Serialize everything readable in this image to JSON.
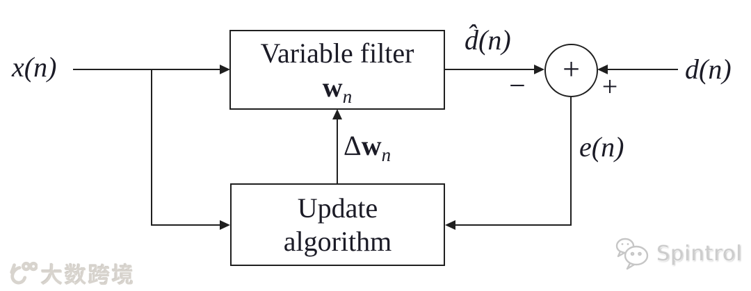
{
  "labels": {
    "input": "x(n)",
    "estimate": "d̂(n)",
    "desired": "d(n)",
    "error": "e(n)",
    "weight_update_delta": "Δ",
    "weight_update_base": "w",
    "weight_update_sub": "n"
  },
  "blocks": {
    "variable_filter": {
      "title": "Variable filter",
      "symbol_base": "w",
      "symbol_sub": "n"
    },
    "update_algorithm": {
      "line1": "Update",
      "line2": "algorithm"
    }
  },
  "summer": {
    "plus_center": "+",
    "minus_sign": "−",
    "plus_sign": "+"
  },
  "watermarks": {
    "left_text": "大数跨境",
    "right_text": "Spintrol"
  },
  "colors": {
    "ink": "#1b1b26",
    "line": "#1f1f1f",
    "watermark_left": "#d8d4ce",
    "watermark_right": "#cccccc"
  }
}
